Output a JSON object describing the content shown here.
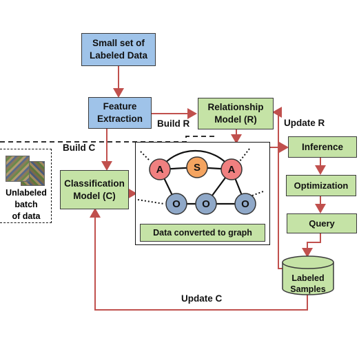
{
  "boxes": {
    "labeled_data": "Small set of\nLabeled Data",
    "feature_extraction": "Feature\nExtraction",
    "relationship_model": "Relationship\nModel (R)",
    "classification_model": "Classification\nModel (C)",
    "inference": "Inference",
    "optimization": "Optimization",
    "query": "Query",
    "labeled_samples": "Labeled\nSamples",
    "graph_caption": "Data converted to graph"
  },
  "labels": {
    "build_r": "Build R",
    "build_c": "Build C",
    "update_r": "Update R",
    "update_c": "Update C",
    "unlabeled": "Unlabeled\nbatch\nof data"
  },
  "graph_nodes": {
    "a1": "A",
    "s": "S",
    "a2": "A",
    "o1": "O",
    "o2": "O",
    "o3": "O"
  },
  "colors": {
    "blue_box": "#9fc3e9",
    "green_box": "#c5e3a6",
    "arrow": "#c0504d",
    "node_a": "#f08080",
    "node_s": "#f4a460",
    "node_o": "#8fa8c8"
  }
}
